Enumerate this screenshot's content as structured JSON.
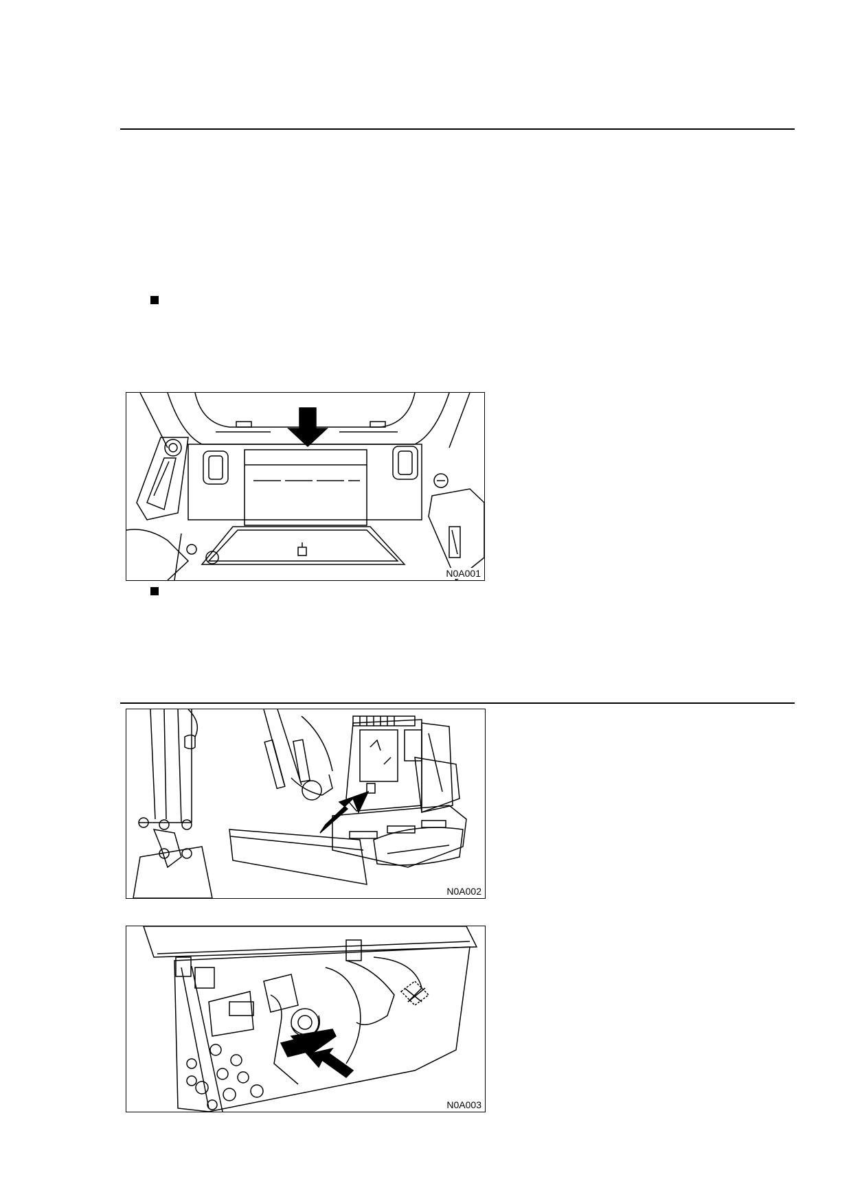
{
  "figures": [
    {
      "code": "N0A001",
      "subject": "cab rear storage compartment with open lid, arrow pointing down"
    },
    {
      "code": "N0A002",
      "subject": "mini excavator with dozer blade, arrow pointing to access area below cab"
    },
    {
      "code": "N0A003",
      "subject": "opened floor access panel showing components, arrow pointing to part"
    }
  ],
  "bullets": [
    "bullet-1",
    "bullet-2"
  ]
}
